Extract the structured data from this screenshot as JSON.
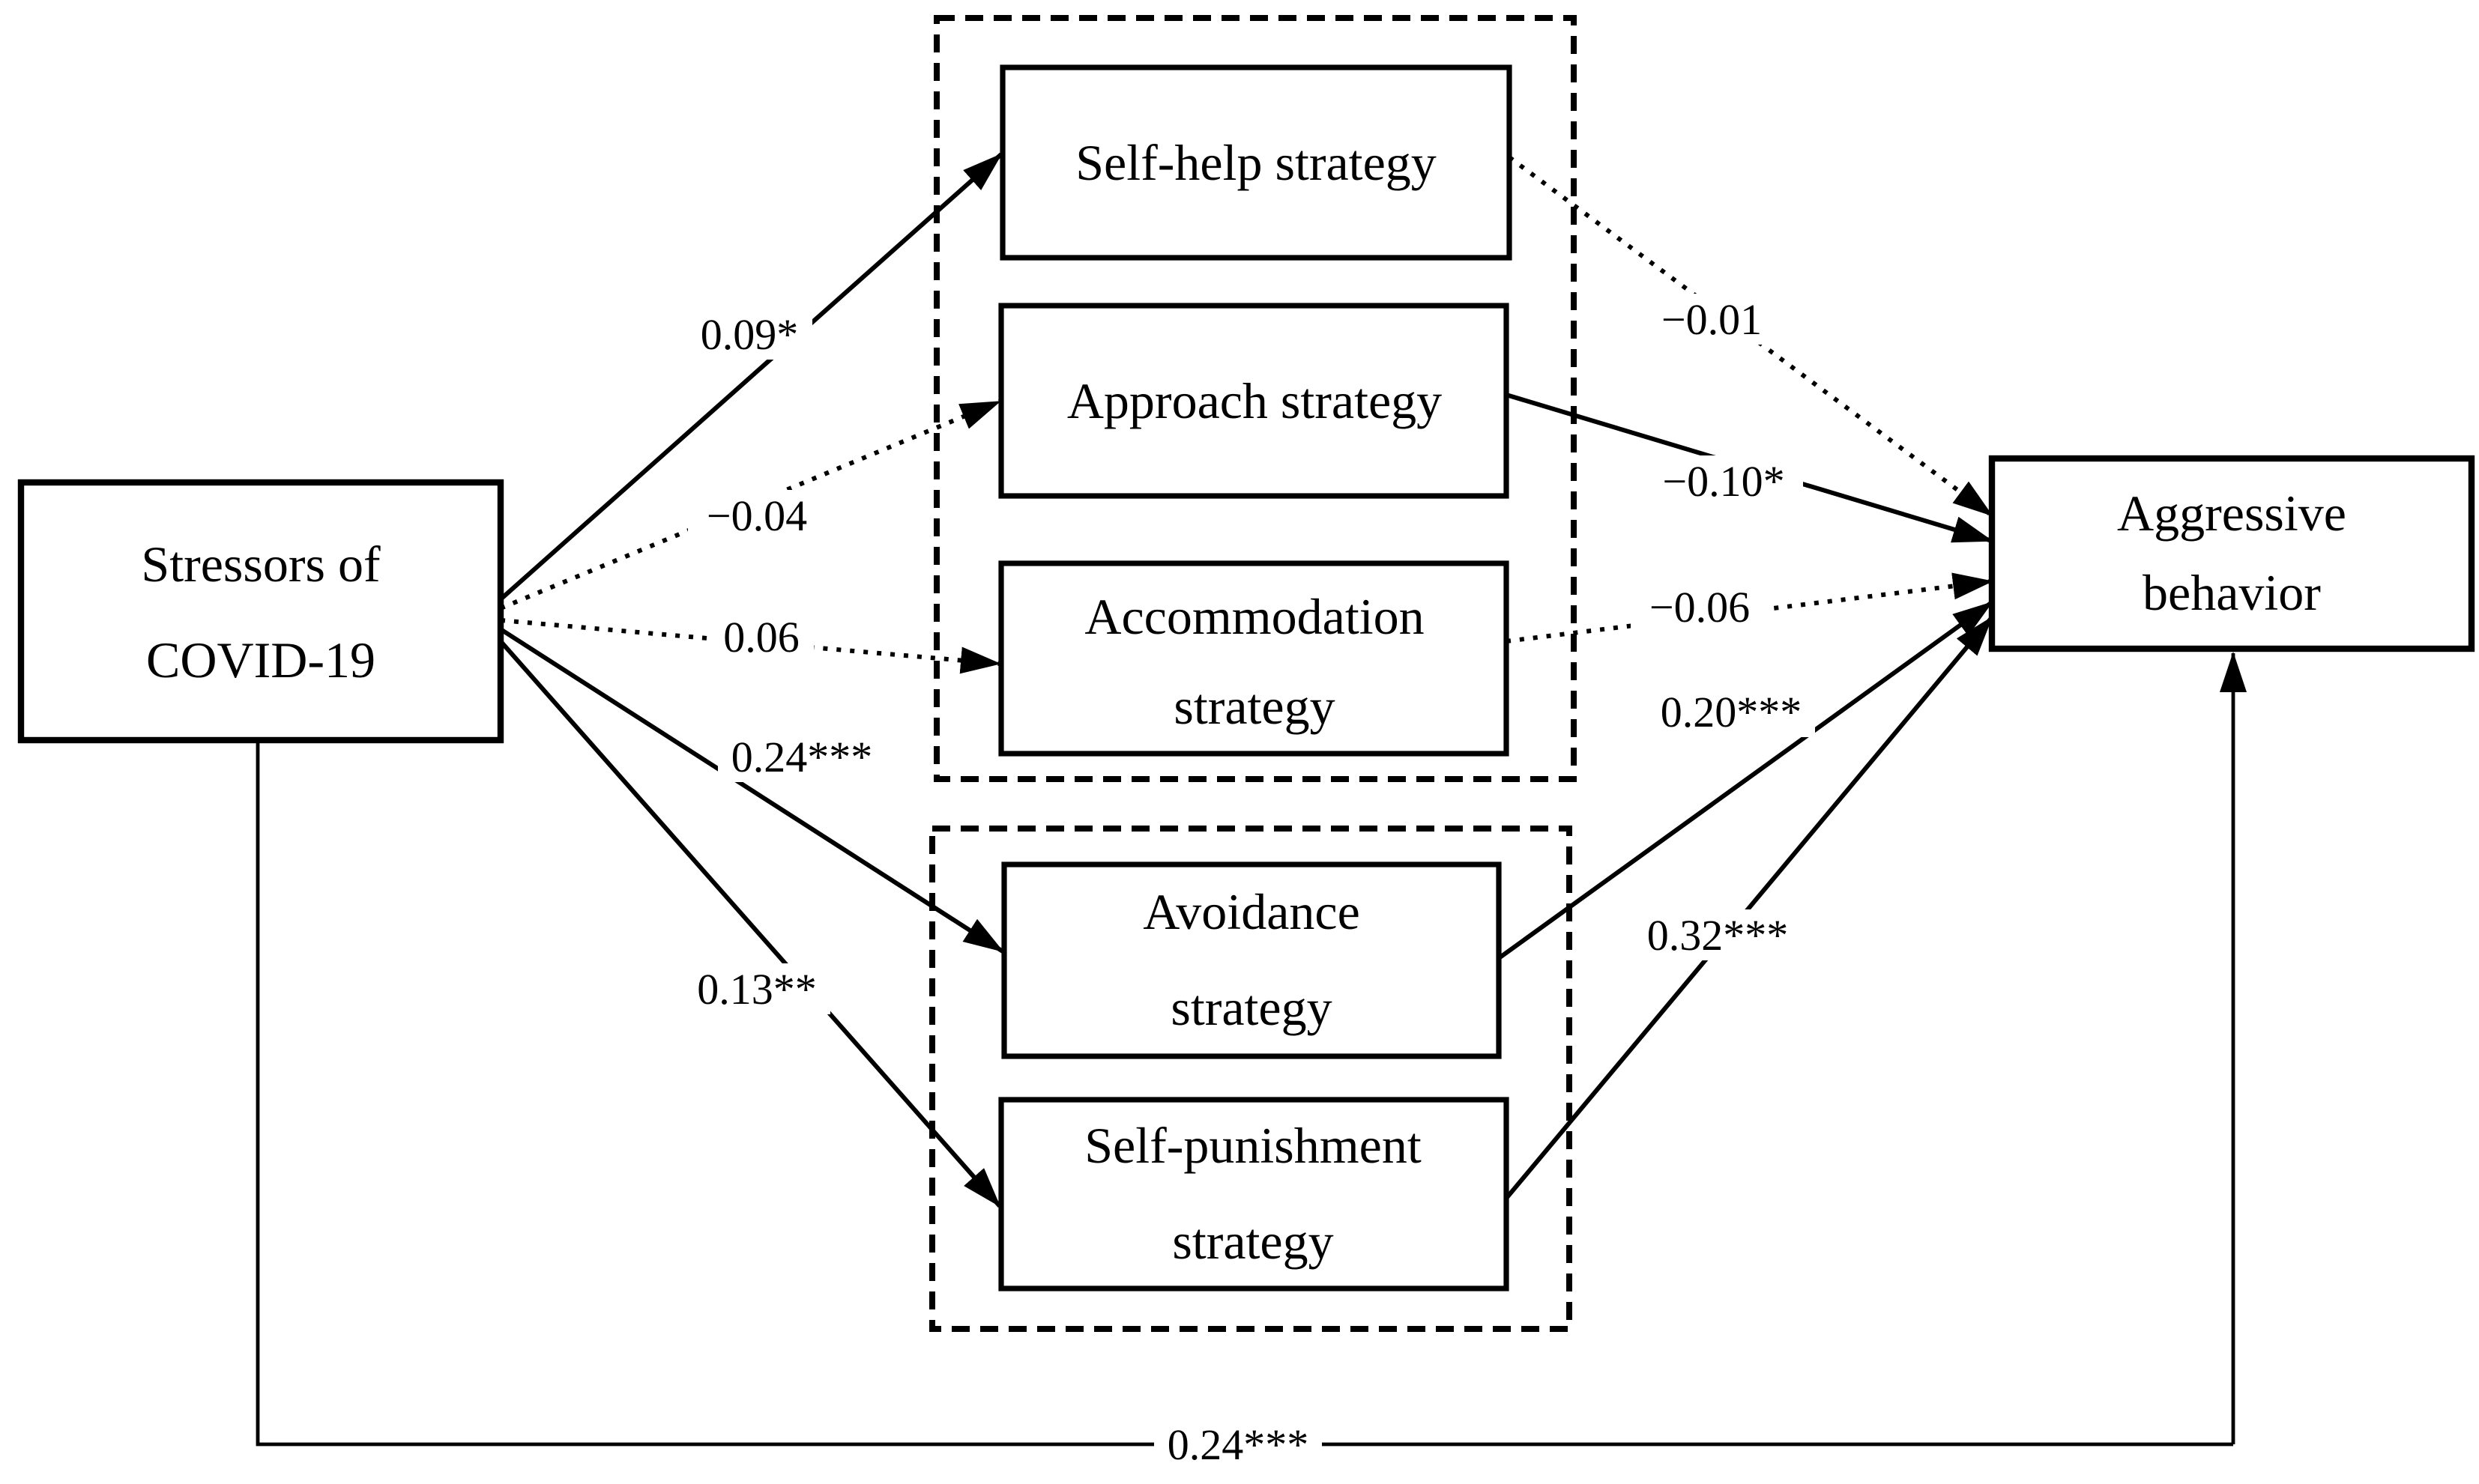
{
  "figure": {
    "type": "structural-path-diagram",
    "background_color": "#ffffff",
    "line_color": "#000000",
    "nodes": {
      "stressors": {
        "line1": "Stressors of",
        "line2": "COVID-19"
      },
      "self_help": {
        "line1": "Self-help strategy",
        "line2": ""
      },
      "approach": {
        "line1": "Approach strategy",
        "line2": ""
      },
      "accommodation": {
        "line1": "Accommodation",
        "line2": "strategy"
      },
      "avoidance": {
        "line1": "Avoidance",
        "line2": "strategy"
      },
      "self_punishment": {
        "line1": "Self-punishment",
        "line2": "strategy"
      },
      "aggressive": {
        "line1": "Aggressive",
        "line2": "behavior"
      }
    },
    "coefficients": {
      "stressors_self_help": "0.09*",
      "stressors_approach": "−0.04",
      "stressors_accommodation": "0.06",
      "stressors_avoidance": "0.24***",
      "stressors_self_punishment": "0.13**",
      "self_help_aggressive": "−0.01",
      "approach_aggressive": "−0.10*",
      "accommodation_aggressive": "−0.06",
      "avoidance_aggressive": "0.20***",
      "self_punishment_aggressive": "0.32***",
      "stressors_aggressive_direct": "0.24***"
    },
    "edges": [
      {
        "from": "stressors",
        "to": "self_help",
        "coefficient": "0.09*",
        "style": "solid"
      },
      {
        "from": "stressors",
        "to": "approach",
        "coefficient": "−0.04",
        "style": "dotted"
      },
      {
        "from": "stressors",
        "to": "accommodation",
        "coefficient": "0.06",
        "style": "dotted"
      },
      {
        "from": "stressors",
        "to": "avoidance",
        "coefficient": "0.24***",
        "style": "solid"
      },
      {
        "from": "stressors",
        "to": "self_punishment",
        "coefficient": "0.13**",
        "style": "solid"
      },
      {
        "from": "self_help",
        "to": "aggressive",
        "coefficient": "−0.01",
        "style": "dotted"
      },
      {
        "from": "approach",
        "to": "aggressive",
        "coefficient": "−0.10*",
        "style": "solid"
      },
      {
        "from": "accommodation",
        "to": "aggressive",
        "coefficient": "−0.06",
        "style": "dotted"
      },
      {
        "from": "avoidance",
        "to": "aggressive",
        "coefficient": "0.20***",
        "style": "solid"
      },
      {
        "from": "self_punishment",
        "to": "aggressive",
        "coefficient": "0.32***",
        "style": "solid"
      },
      {
        "from": "stressors",
        "to": "aggressive",
        "coefficient": "0.24***",
        "style": "solid",
        "route": "bottom-direct"
      }
    ],
    "groups": [
      {
        "name": "engagement-strategies",
        "members": [
          "self_help",
          "approach",
          "accommodation"
        ],
        "border": "dashed"
      },
      {
        "name": "disengagement-strategies",
        "members": [
          "avoidance",
          "self_punishment"
        ],
        "border": "dashed"
      }
    ]
  }
}
